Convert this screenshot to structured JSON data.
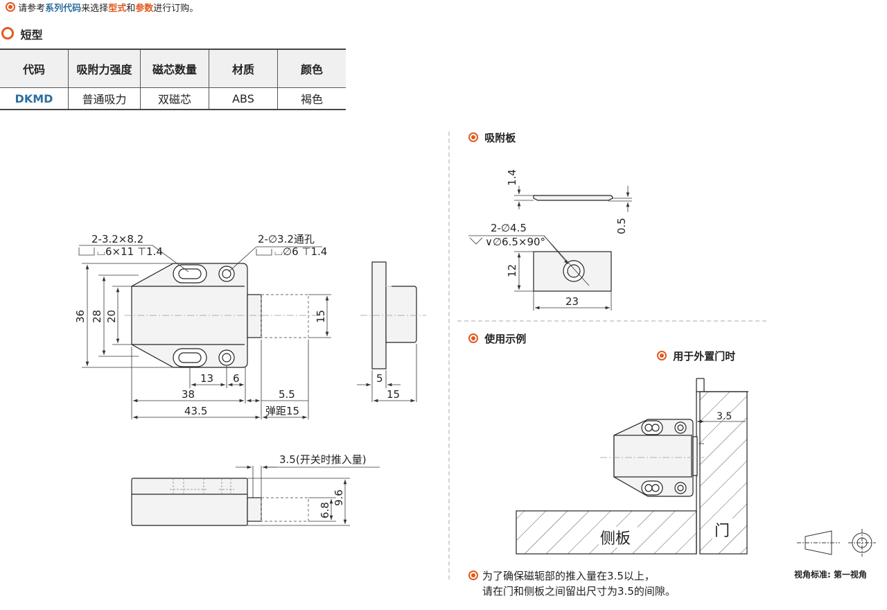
{
  "note": {
    "p1": "请参考",
    "h1": "系列代码",
    "p2": "来选择",
    "h2": "型式",
    "p3": "和",
    "h3": "参数",
    "p4": "进行订购。"
  },
  "section_title": "短型",
  "spec_table": {
    "headers": [
      "代码",
      "吸附力强度",
      "磁芯数量",
      "材质",
      "颜色"
    ],
    "row": [
      "DKMD",
      "普通吸力",
      "双磁芯",
      "ABS",
      "褐色"
    ]
  },
  "catch_drawing": {
    "slot_label_1": "2-3.2×8.2",
    "slot_label_2": "⌴6×11 ⊤1.4",
    "hole_label_1": "2-∅3.2通孔",
    "hole_label_2": "⌴∅6 ⊤1.4",
    "dim_36": "36",
    "dim_28": "28",
    "dim_20": "20",
    "dim_15": "15",
    "dim_13": "13",
    "dim_6": "6",
    "dim_38": "38",
    "dim_5_5": "5.5",
    "dim_43_5": "43.5",
    "dim_stroke": "弹距15",
    "side_dim_5": "5",
    "side_dim_15": "15"
  },
  "bottom_drawing": {
    "push_label": "3.5(开关时推入量)",
    "dim_9_6": "9.6",
    "dim_6_8": "6.8"
  },
  "plate": {
    "title": "吸附板",
    "dim_1_4": "1.4",
    "dim_0_5": "0.5",
    "hole_label_1": "2-∅4.5",
    "hole_label_2": "∨∅6.5×90°",
    "dim_12": "12",
    "dim_23": "23"
  },
  "usage": {
    "title": "使用示例",
    "subtitle": "用于外置门时",
    "dim_3_5": "3.5",
    "side_panel": "侧板",
    "door": "门"
  },
  "footnote": {
    "line1": "为了确保磁轭部的推入量在3.5以上，",
    "line2": "请在门和侧板之间留出尺寸为3.5的间隙。"
  },
  "view_label": "视角标准: 第一视角"
}
